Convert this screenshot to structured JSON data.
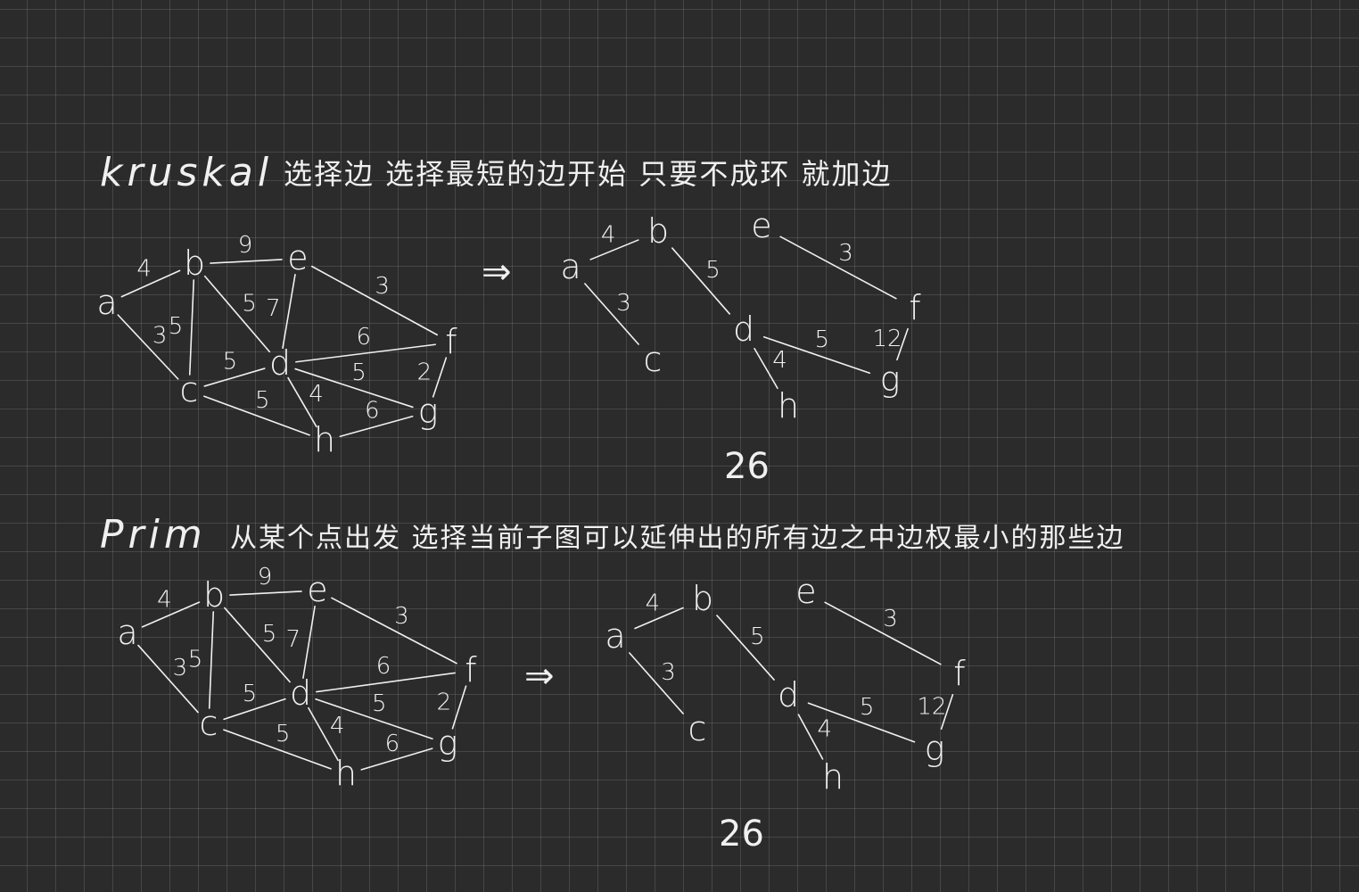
{
  "colors": {
    "background": "#2b2b2b",
    "grid": "#555555",
    "ink": "#f0f0f0"
  },
  "sections": [
    {
      "title": "kruskal",
      "description": "选择边 选择最短的边开始 只要不成环 就加边",
      "arrow": "⇒",
      "total": "26",
      "graph": {
        "nodes": [
          "a",
          "b",
          "c",
          "d",
          "e",
          "f",
          "g",
          "h"
        ],
        "edges": [
          {
            "u": "a",
            "v": "b",
            "w": "4"
          },
          {
            "u": "a",
            "v": "c",
            "w": "3"
          },
          {
            "u": "b",
            "v": "c",
            "w": "5"
          },
          {
            "u": "b",
            "v": "d",
            "w": "5"
          },
          {
            "u": "b",
            "v": "e",
            "w": "9"
          },
          {
            "u": "e",
            "v": "d",
            "w": "7"
          },
          {
            "u": "e",
            "v": "f",
            "w": "3"
          },
          {
            "u": "c",
            "v": "d",
            "w": "5"
          },
          {
            "u": "d",
            "v": "f",
            "w": "6"
          },
          {
            "u": "d",
            "v": "g",
            "w": "5"
          },
          {
            "u": "d",
            "v": "h",
            "w": "4"
          },
          {
            "u": "f",
            "v": "g",
            "w": "2"
          },
          {
            "u": "c",
            "v": "h",
            "w": "5"
          },
          {
            "u": "h",
            "v": "g",
            "w": "6"
          }
        ]
      },
      "tree": {
        "nodes": [
          "a",
          "b",
          "c",
          "d",
          "e",
          "f",
          "g",
          "h"
        ],
        "edges": [
          {
            "u": "a",
            "v": "b",
            "w": "4"
          },
          {
            "u": "a",
            "v": "c",
            "w": "3"
          },
          {
            "u": "b",
            "v": "d",
            "w": "5"
          },
          {
            "u": "e",
            "v": "f",
            "w": "3"
          },
          {
            "u": "d",
            "v": "g",
            "w": "5"
          },
          {
            "u": "d",
            "v": "h",
            "w": "4"
          },
          {
            "u": "f",
            "v": "g",
            "w": "12"
          }
        ]
      }
    },
    {
      "title": "Prim",
      "description": "从某个点出发 选择当前子图可以延伸出的所有边之中边权最小的那些边",
      "arrow": "⇒",
      "total": "26",
      "graph": {
        "nodes": [
          "a",
          "b",
          "c",
          "d",
          "e",
          "f",
          "g",
          "h"
        ],
        "edges": [
          {
            "u": "a",
            "v": "b",
            "w": "4"
          },
          {
            "u": "a",
            "v": "c",
            "w": "3"
          },
          {
            "u": "b",
            "v": "c",
            "w": "5"
          },
          {
            "u": "b",
            "v": "d",
            "w": "5"
          },
          {
            "u": "b",
            "v": "e",
            "w": "9"
          },
          {
            "u": "e",
            "v": "d",
            "w": "7"
          },
          {
            "u": "e",
            "v": "f",
            "w": "3"
          },
          {
            "u": "c",
            "v": "d",
            "w": "5"
          },
          {
            "u": "d",
            "v": "f",
            "w": "6"
          },
          {
            "u": "d",
            "v": "g",
            "w": "5"
          },
          {
            "u": "d",
            "v": "h",
            "w": "4"
          },
          {
            "u": "f",
            "v": "g",
            "w": "2"
          },
          {
            "u": "c",
            "v": "h",
            "w": "5"
          },
          {
            "u": "h",
            "v": "g",
            "w": "6"
          }
        ]
      },
      "tree": {
        "nodes": [
          "a",
          "b",
          "c",
          "d",
          "e",
          "f",
          "g",
          "h"
        ],
        "edges": [
          {
            "u": "a",
            "v": "b",
            "w": "4"
          },
          {
            "u": "a",
            "v": "c",
            "w": "3"
          },
          {
            "u": "b",
            "v": "d",
            "w": "5"
          },
          {
            "u": "e",
            "v": "f",
            "w": "3"
          },
          {
            "u": "d",
            "v": "g",
            "w": "5"
          },
          {
            "u": "d",
            "v": "h",
            "w": "4"
          },
          {
            "u": "f",
            "v": "g",
            "w": "12"
          }
        ]
      }
    }
  ]
}
